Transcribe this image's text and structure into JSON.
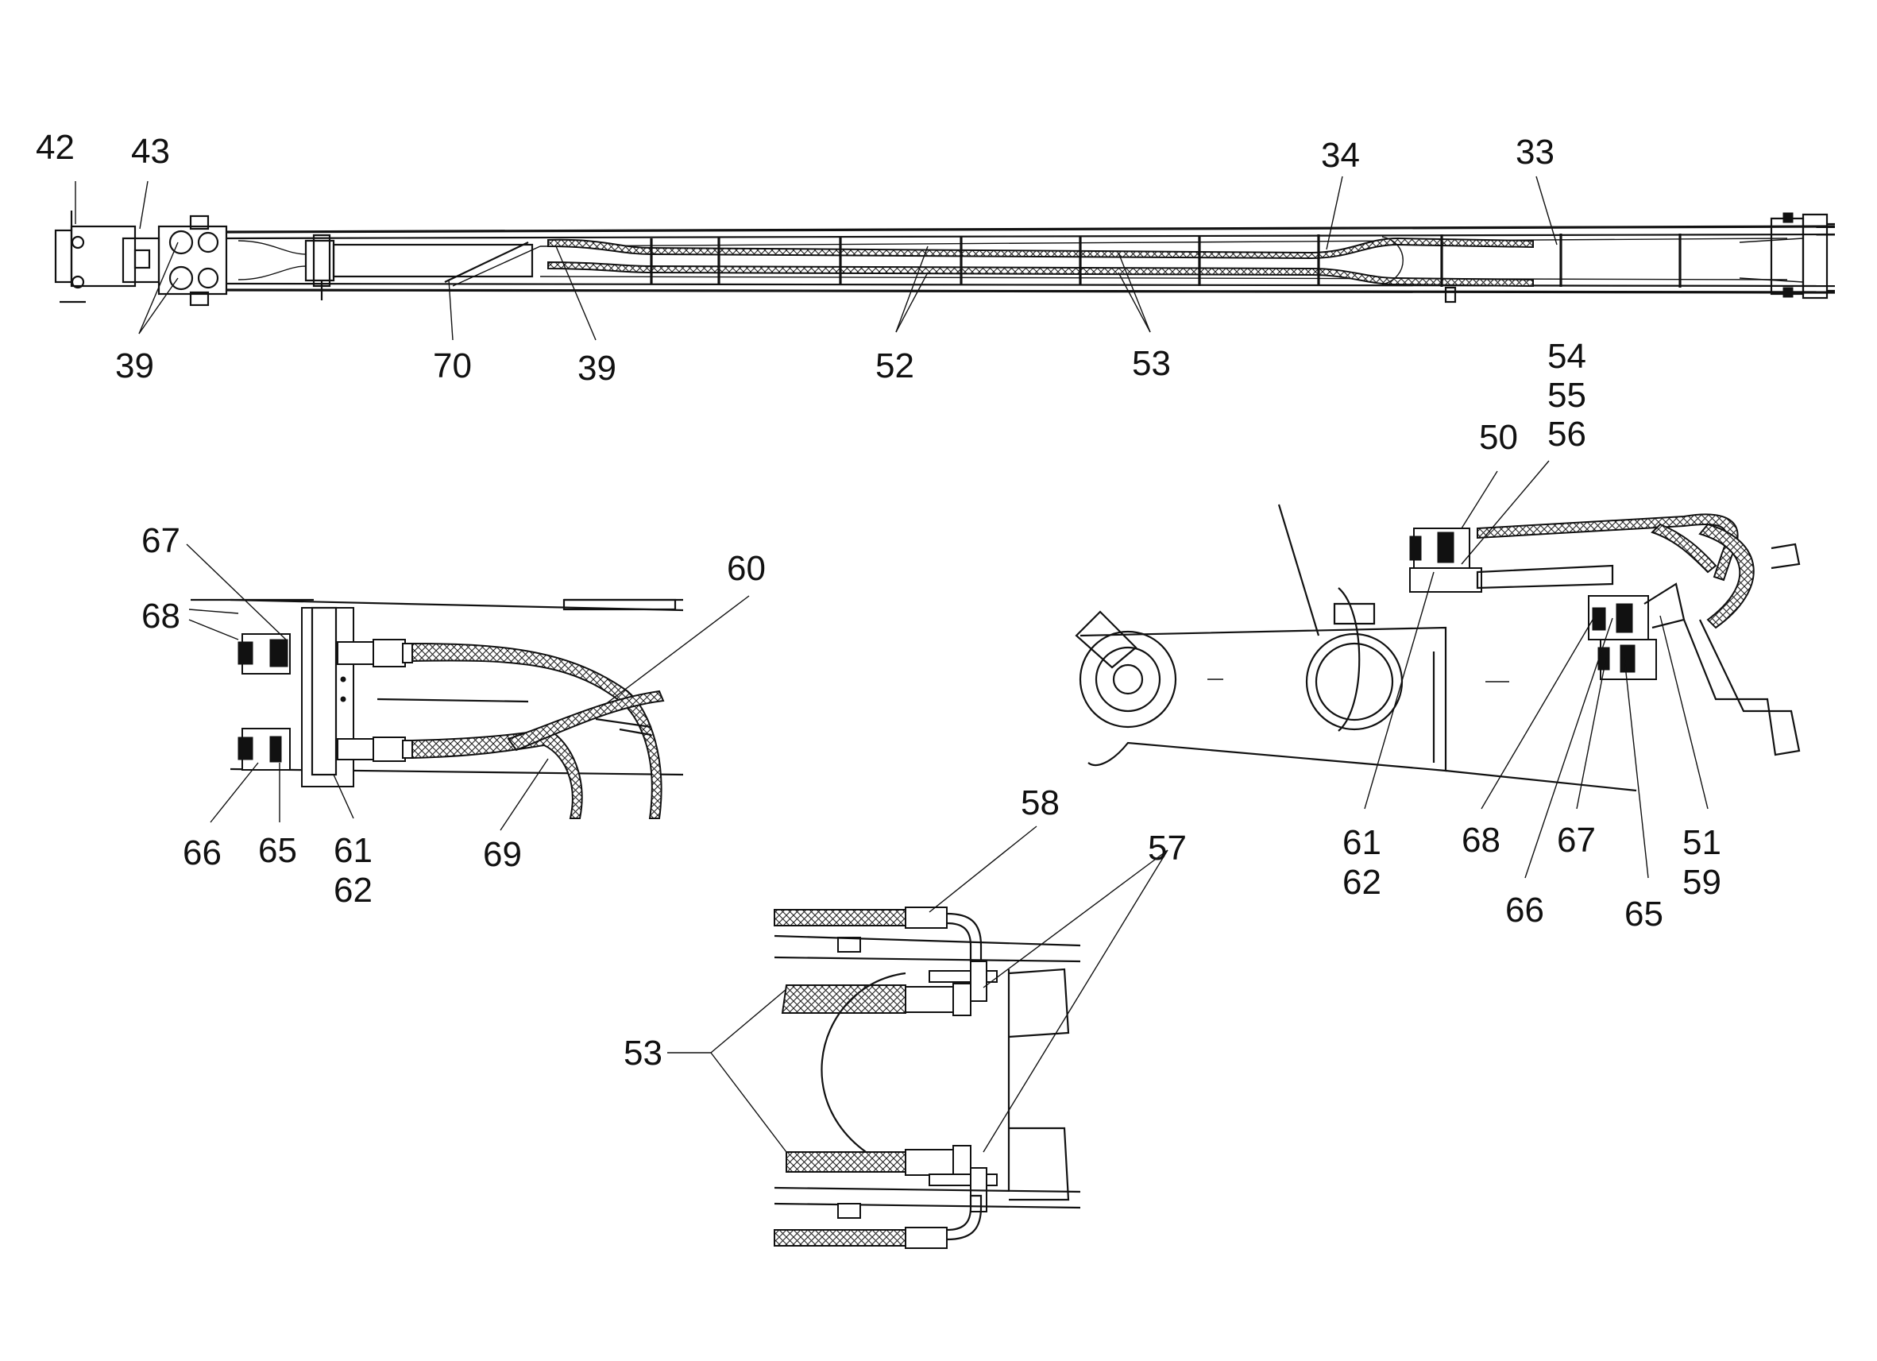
{
  "figure": {
    "labels": {
      "l42": "42",
      "l43": "43",
      "l39a": "39",
      "l70": "70",
      "l39b": "39",
      "l52": "52",
      "l53a": "53",
      "l34": "34",
      "l33": "33",
      "l54": "54",
      "l55": "55",
      "l56": "56",
      "l50": "50",
      "l67a": "67",
      "l68a": "68",
      "l60": "60",
      "l66a": "66",
      "l65a": "65",
      "l61a": "61",
      "l62a": "62",
      "l69": "69",
      "l61b": "61",
      "l62b": "62",
      "l68b": "68",
      "l67b": "67",
      "l51": "51",
      "l59": "59",
      "l66b": "66",
      "l65b": "65",
      "l58": "58",
      "l57": "57",
      "l53b": "53"
    }
  }
}
